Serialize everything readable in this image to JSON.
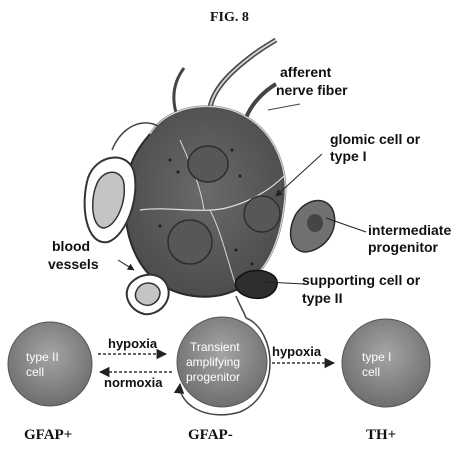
{
  "figure": {
    "title": "FIG. 8"
  },
  "upper_labels": {
    "afferent_line1": "afferent",
    "afferent_line2": "nerve fiber",
    "glomic_line1": "glomic cell or",
    "glomic_line2": "type I",
    "intermediate_line1": "intermediate",
    "intermediate_line2": "progenitor",
    "blood_line1": "blood",
    "blood_line2": "vessels",
    "supporting_line1": "supporting cell or",
    "supporting_line2": "type II"
  },
  "cells": {
    "left_line1": "type II",
    "left_line2": "cell",
    "middle_line1": "Transient",
    "middle_line2": "amplifying",
    "middle_line3": "progenitor",
    "right_line1": "type I",
    "right_line2": "cell"
  },
  "arrows": {
    "hypoxia_left": "hypoxia",
    "normoxia": "normoxia",
    "hypoxia_right": "hypoxia"
  },
  "markers": {
    "left": "GFAP+",
    "middle": "GFAP-",
    "right": "TH+"
  },
  "colors": {
    "cell_fill": "#8a8a8a",
    "cluster_fill": "#5e5e5e",
    "ink": "#111111"
  }
}
